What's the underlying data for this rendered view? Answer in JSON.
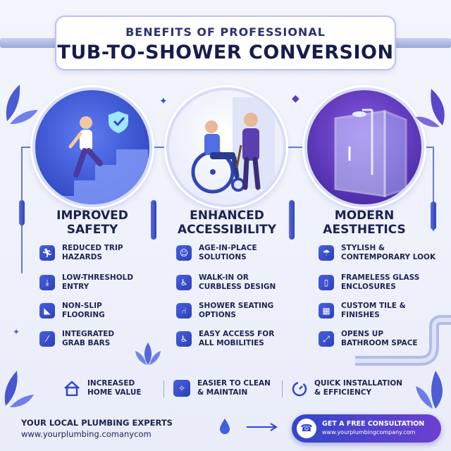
{
  "title": {
    "line1": "BENEFITS OF PROFESSIONAL",
    "line2": "TUB-TO-SHOWER CONVERSION"
  },
  "columns": [
    {
      "title_line1": "IMPROVED",
      "title_line2": "SAFETY",
      "illustration_icon": "person-climbing-stairs-icon",
      "items": [
        {
          "line1": "REDUCED TRIP",
          "line2": "HAZARDS",
          "icon": "person-running-icon"
        },
        {
          "line1": "LOW-THRESHOLD",
          "line2": "ENTRY",
          "icon": "step-down-icon"
        },
        {
          "line1": "NON-SLIP",
          "line2": "FLOORING",
          "icon": "foot-icon"
        },
        {
          "line1": "INTEGRATED",
          "line2": "GRAB BARS",
          "icon": "grab-bar-icon"
        }
      ]
    },
    {
      "title_line1": "ENHANCED",
      "title_line2": "ACCESSIBILITY",
      "illustration_icon": "wheelchair-elderly-icon",
      "items": [
        {
          "line1": "AGE-IN-PLACE",
          "line2": "SOLUTIONS",
          "icon": "elderly-person-icon"
        },
        {
          "line1": "WALK-IN OR",
          "line2": "CURBLESS DESIGN",
          "icon": "person-walking-icon"
        },
        {
          "line1": "SHOWER SEATING",
          "line2": "OPTIONS",
          "icon": "chair-icon"
        },
        {
          "line1": "EASY ACCESS FOR",
          "line2": "ALL MOBILITIES",
          "icon": "wheelchair-icon"
        }
      ]
    },
    {
      "title_line1": "MODERN",
      "title_line2": "AESTHETICS",
      "illustration_icon": "glass-shower-icon",
      "items": [
        {
          "line1": "STYLISH &",
          "line2": "CONTEMPORARY LOOK",
          "icon": "shower-head-icon"
        },
        {
          "line1": "FRAMELESS GLASS",
          "line2": "ENCLOSURES",
          "icon": "glass-panel-icon"
        },
        {
          "line1": "CUSTOM TILE &",
          "line2": "FINISHES",
          "icon": "tile-icon"
        },
        {
          "line1": "OPENS UP",
          "line2": "BATHROOM SPACE",
          "icon": "expand-icon"
        }
      ]
    }
  ],
  "bottom": [
    {
      "line1": "INCREASED",
      "line2": "HOME VALUE",
      "icon": "house-icon"
    },
    {
      "line1": "EASIER TO CLEAN",
      "line2": "& MAINTAIN",
      "icon": "sparkle-icon"
    },
    {
      "line1": "QUICK INSTALLATION",
      "line2": "& EFFICIENCY",
      "icon": "timer-icon"
    }
  ],
  "footer": {
    "line1": "YOUR LOCAL PLUMBING EXPERTS",
    "line2": "www.yourplumbing.comanycom",
    "cta_line1": "GET A FREE CONSULTATION",
    "cta_line2": "www.yourplumbingcompany.com"
  },
  "colors": {
    "accent_blue": "#3348c4",
    "accent_purple": "#6d3fd0",
    "text_dark": "#1d2453"
  }
}
